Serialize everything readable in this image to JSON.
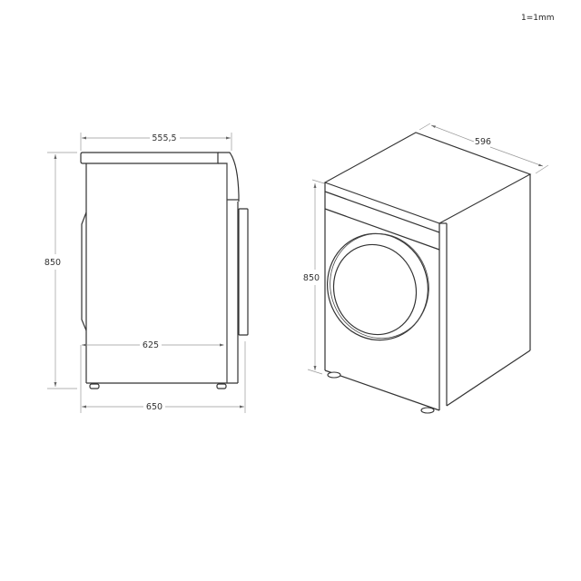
{
  "scale_note": "1=1mm",
  "side_view": {
    "top_depth_label": "555,5",
    "height_label": "850",
    "body_depth_label": "625",
    "total_depth_label": "650"
  },
  "iso_view": {
    "width_label": "596",
    "height_label": "850"
  },
  "colors": {
    "outline": "#333333",
    "dimension_line": "#999999",
    "background": "#ffffff"
  }
}
